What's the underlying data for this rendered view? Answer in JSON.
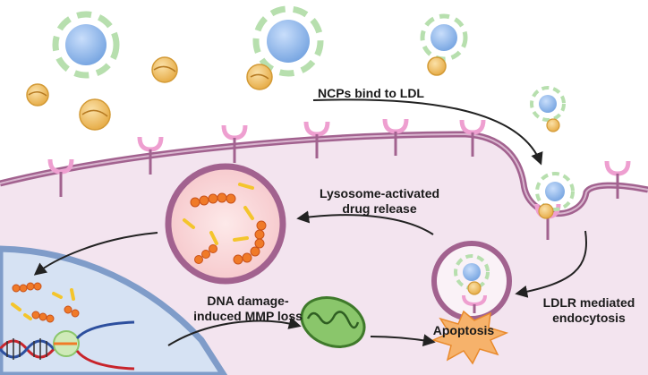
{
  "labels": {
    "ncp_bind": "NCPs bind to LDL",
    "lysosome_line1": "Lysosome-activated",
    "lysosome_line2": "drug release",
    "ldlr_line1": "LDLR mediated",
    "ldlr_line2": "endocytosis",
    "dna_line1": "DNA damage-",
    "dna_line2": "induced MMP loss",
    "apoptosis": "Apoptosis"
  },
  "colors": {
    "cytoplasm": "#f3e4ef",
    "membrane": "#a2628f",
    "nucleus": "#d6e2f3",
    "nuclear_envelope": "#7f9cc9",
    "ncp_core": "#8fb6e8",
    "ncp_shell": "#b7dfae",
    "ldl": "#f2c46e",
    "receptor": "#ee9fd0",
    "drug_orange": "#f07a28",
    "drug_yellow": "#f4c52c",
    "lysosome": "#f7d3d3",
    "mitochondrion": "#8ac66b",
    "apoptosis_burst": "#f6b26b",
    "arrow": "#222222"
  }
}
